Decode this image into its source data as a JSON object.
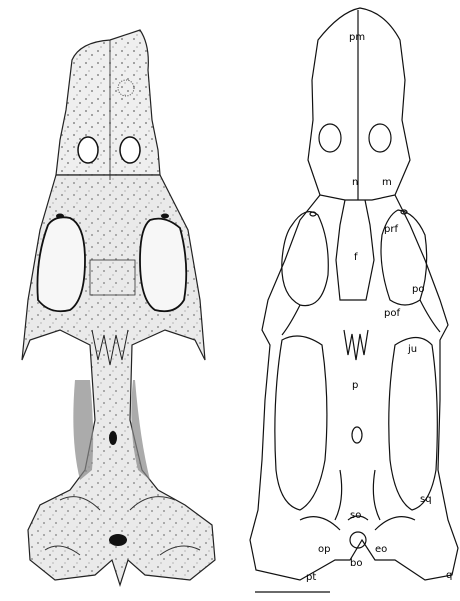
{
  "figure": {
    "labels": {
      "pm": "pm",
      "n": "n",
      "m": "m",
      "prf": "prf",
      "f": "f",
      "po": "po",
      "pof": "pof",
      "ju": "ju",
      "p": "p",
      "sq": "sq",
      "so": "so",
      "op": "op",
      "eo": "eo",
      "bo": "bo",
      "pt": "pt",
      "q": "q"
    }
  }
}
